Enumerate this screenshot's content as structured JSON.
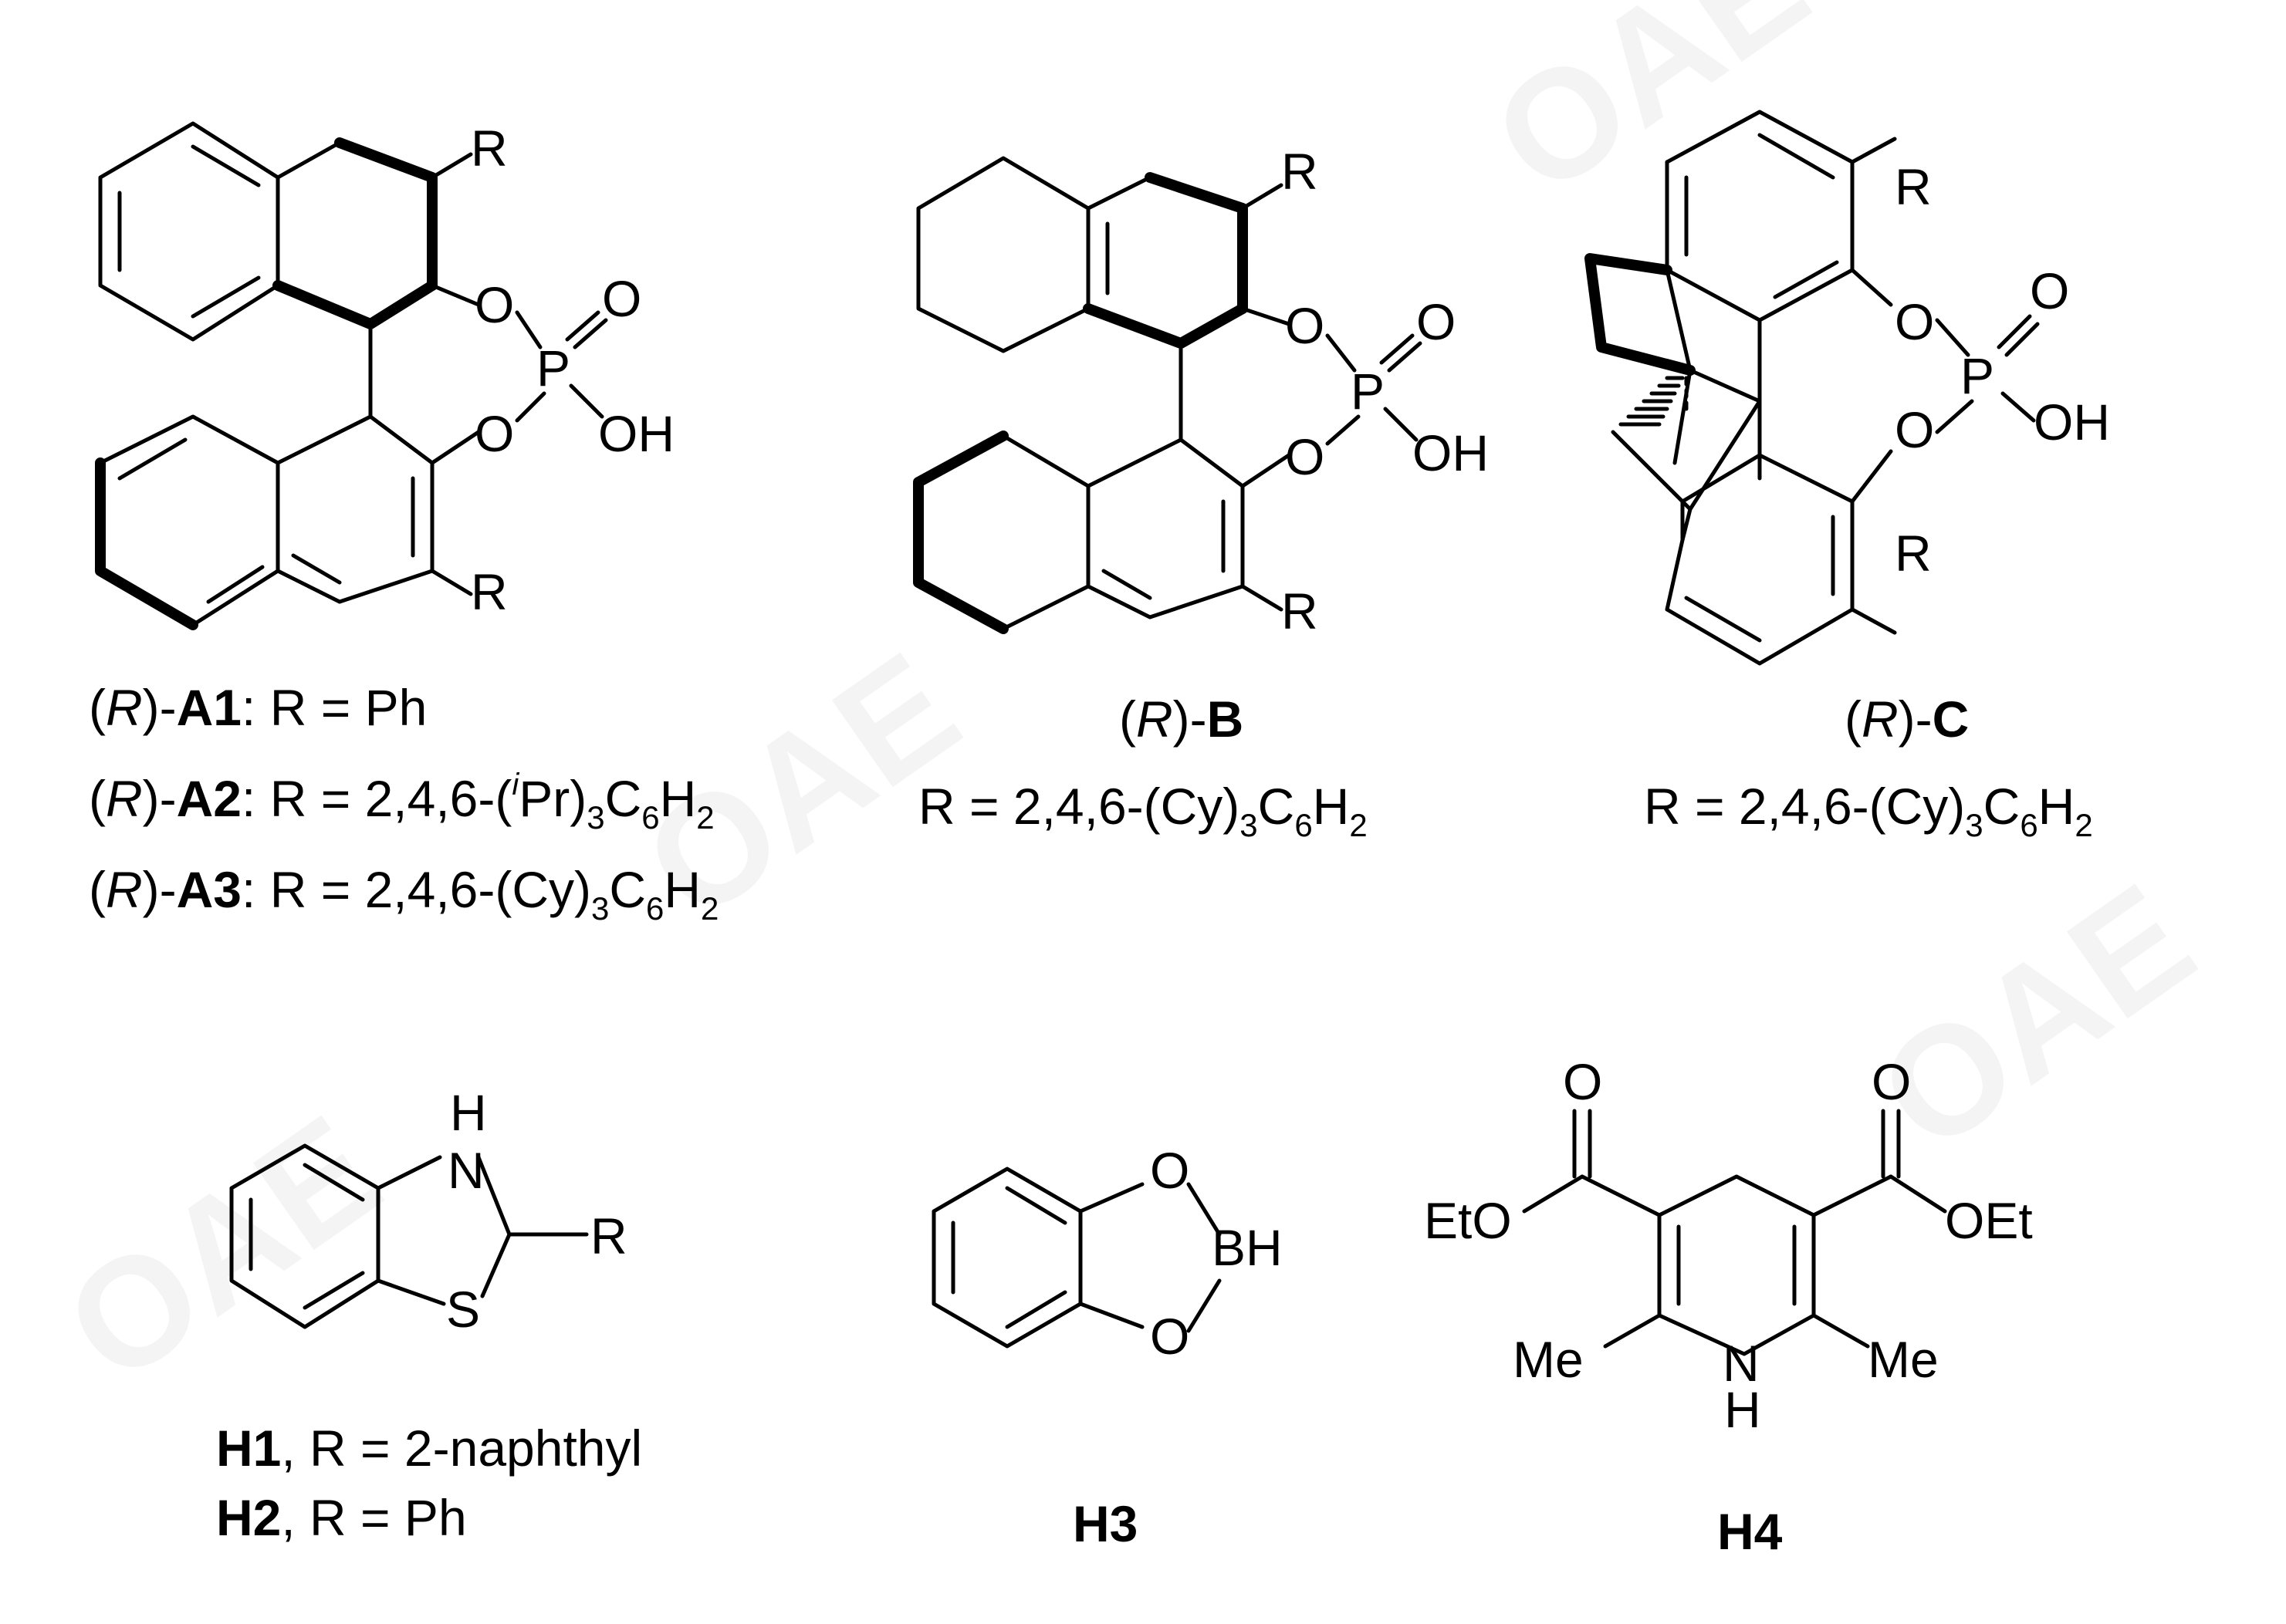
{
  "watermark": "OAE",
  "structures": {
    "A": {
      "substituent": "R",
      "oxygen": "O",
      "phosphorus": "P",
      "hydroxyl": "OH",
      "captions": [
        {
          "stereo": "R",
          "id": "A1",
          "sub": "R = Ph"
        },
        {
          "stereo": "R",
          "id": "A2",
          "sub": "R = 2,4,6-(",
          "sup": "i",
          "sub2": "Pr)",
          "s3": "3",
          "c6": "C",
          "s6": "6",
          "h": "H",
          "s2": "2"
        },
        {
          "stereo": "R",
          "id": "A3",
          "sub": "R = 2,4,6-(Cy)",
          "s3": "3",
          "c6": "C",
          "s6": "6",
          "h": "H",
          "s2": "2"
        }
      ]
    },
    "B": {
      "substituent": "R",
      "oxygen": "O",
      "phosphorus": "P",
      "hydroxyl": "OH",
      "caption_stereo": "R",
      "caption_id": "B",
      "caption_sub": "R = 2,4,6-(Cy)",
      "s3": "3",
      "c6": "C",
      "s6": "6",
      "h": "H",
      "s2": "2"
    },
    "C": {
      "substituent": "R",
      "oxygen": "O",
      "phosphorus": "P",
      "hydroxyl": "OH",
      "caption_stereo": "R",
      "caption_id": "C",
      "caption_sub": "R = 2,4,6-(Cy)",
      "s3": "3",
      "c6": "C",
      "s6": "6",
      "h": "H",
      "s2": "2"
    },
    "H12": {
      "nh_h": "H",
      "nh_n": "N",
      "sulfur": "S",
      "substituent": "R",
      "captions": [
        {
          "id": "H1",
          "sub": ", R = 2-naphthyl"
        },
        {
          "id": "H2",
          "sub": ", R = Ph"
        }
      ]
    },
    "H3": {
      "oxygen": "O",
      "bh": "BH",
      "caption": "H3"
    },
    "H4": {
      "carbonyl_o": "O",
      "ester_left": "EtO",
      "ester_right": "OEt",
      "methyl": "Me",
      "nh_n": "N",
      "nh_h": "H",
      "caption": "H4"
    }
  }
}
